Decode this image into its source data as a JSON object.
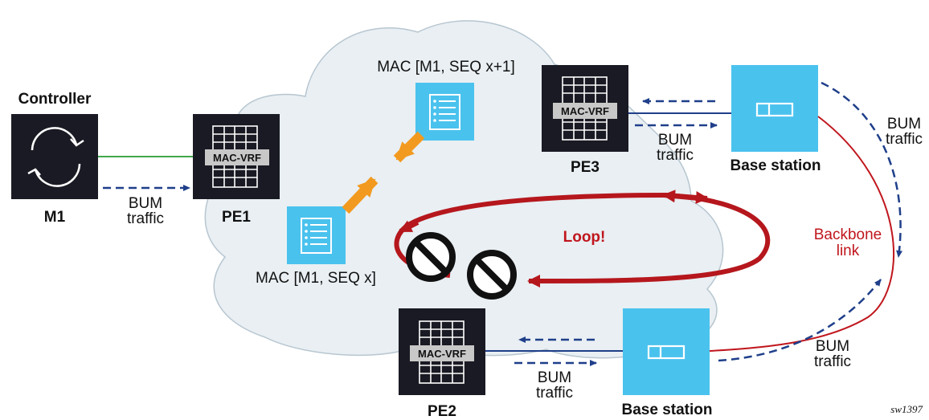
{
  "labels": {
    "controller": "Controller",
    "m1": "M1",
    "pe1": "PE1",
    "pe2": "PE2",
    "pe3": "PE3",
    "mac_vrf": "MAC-VRF",
    "bum": "BUM",
    "traffic": "traffic",
    "mac_seq_x1": "MAC [M1, SEQ x+1]",
    "mac_seq_x": "MAC [M1, SEQ x]",
    "base_station": "Base station",
    "loop": "Loop!",
    "backbone": "Backbone",
    "link": "link",
    "figure_id": "sw1397"
  },
  "colors": {
    "node_dark": "#1a1a24",
    "base_station": "#4ac2ee",
    "cloud_fill": "#e9eff3",
    "cloud_stroke": "#b7c6d0",
    "loop_red": "#b5171d",
    "backbone_red": "#c0161d",
    "dashed_blue": "#1f3f8a",
    "orange_arrow": "#f29a1f",
    "controller_link": "#3fa84a"
  },
  "icons": [
    "sync-icon",
    "mac-vrf-icon",
    "mac-table-icon",
    "base-station-icon",
    "prohibited-icon",
    "arrow-icon"
  ]
}
